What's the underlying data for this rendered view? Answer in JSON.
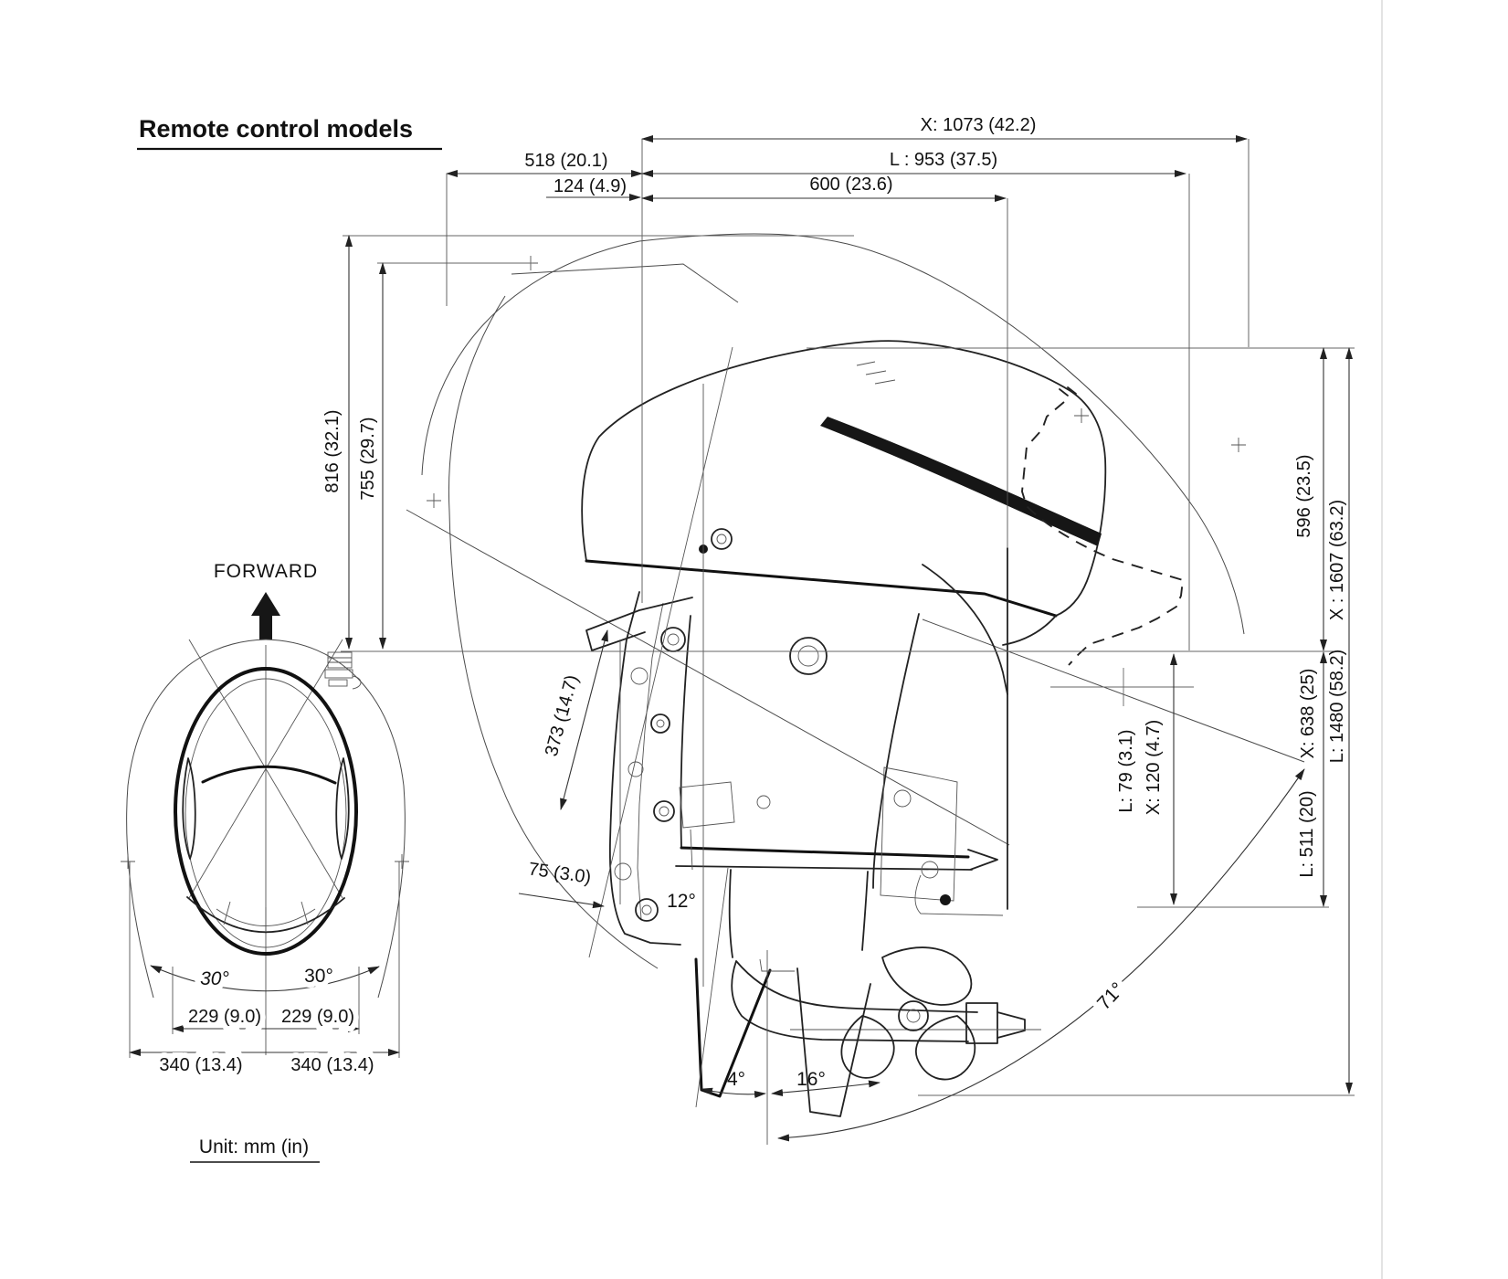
{
  "title": "Remote control models",
  "unit_note": "Unit: mm (in)",
  "top_view": {
    "forward_label": "FORWARD",
    "steer_left": "30°",
    "steer_right": "30°",
    "half_width_left": "229 (9.0)",
    "half_width_right": "229 (9.0)",
    "swing_half_left": "340 (13.4)",
    "swing_half_right": "340 (13.4)"
  },
  "side_view": {
    "x_overall_length": "X: 1073 (42.2)",
    "l_overall_length": "L : 953 (37.5)",
    "front_to_pivot": "518 (20.1)",
    "pivot_front_offset": "124 (4.9)",
    "pivot_to_transom": "600 (23.6)",
    "tilt_height": "816 (32.1)",
    "cowl_height": "755 (29.7)",
    "bracket_span": "373 (14.7)",
    "bracket_offset": "75 (3.0)",
    "steering_axis_angle": "12°",
    "plate_to_cowl_top": "596 (23.5)",
    "x_overall_height": "X : 1607 (63.2)",
    "l_overall_height": "L: 1480 (58.2)",
    "x_plate_drop": "X: 638 (25)",
    "l_plate_drop": "L: 511 (20)",
    "l_waterline_offset": "L: 79 (3.1)",
    "x_waterline_offset": "X: 120 (4.7)",
    "trim_in_angle": "4°",
    "trim_range_angle": "16°",
    "tilt_up_angle": "71°"
  }
}
